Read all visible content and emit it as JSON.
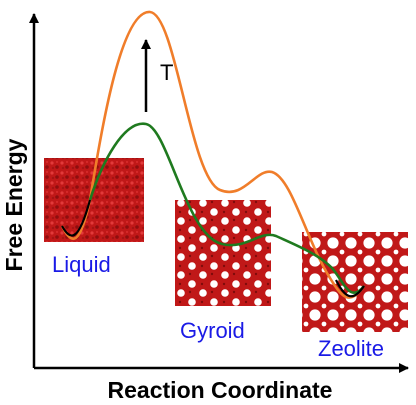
{
  "axes": {
    "ylabel": "Free Energy",
    "xlabel": "Reaction Coordinate"
  },
  "arrow_label": "T",
  "phases": {
    "liquid": "Liquid",
    "gyroid": "Gyroid",
    "zeolite": "Zeolite"
  },
  "colors": {
    "high_temperature_curve": "#f07d2a",
    "low_temperature_curve": "#1f7a1f",
    "phase_label": "#1a1ae6",
    "structure": "#c01818",
    "axis": "#000000"
  }
}
